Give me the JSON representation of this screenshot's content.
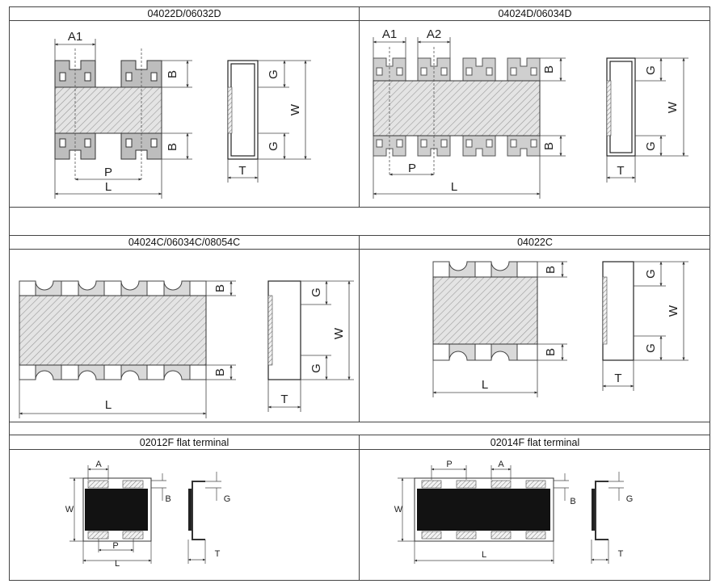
{
  "headers": {
    "d2": "04022D/06032D",
    "d4": "04024D/06034D",
    "c4": "04024C/06034C/08054C",
    "c2": "04022C",
    "f2": "02012F flat terminal",
    "f4": "02014F flat terminal"
  },
  "labels": {
    "A1": "A1",
    "A2": "A2",
    "A": "A",
    "B": "B",
    "P": "P",
    "L": "L",
    "W": "W",
    "G": "G",
    "T": "T"
  },
  "colors": {
    "terminal_gray": "#bdbdbd",
    "body_hatch": "#e2e2e2",
    "flat_body": "#121212",
    "grid_line": "#444444"
  }
}
